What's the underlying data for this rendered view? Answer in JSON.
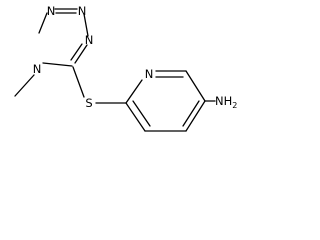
{
  "molecule": {
    "atoms": {
      "tetrazole_n1": "N",
      "tetrazole_n2": "N",
      "tetrazole_n3": "N",
      "tetrazole_n4": "N",
      "sulfur": "S",
      "pyridine_n": "N",
      "amine": "NH",
      "amine_subscript": "2"
    }
  }
}
